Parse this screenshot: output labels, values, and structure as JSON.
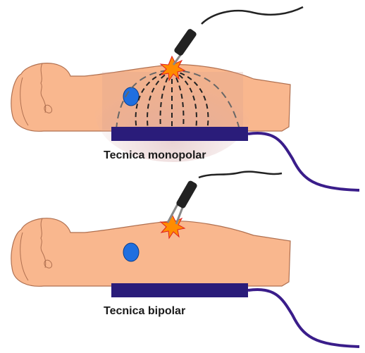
{
  "panels": [
    {
      "caption": "Tecnica monopolar",
      "technique": "monopolar"
    },
    {
      "caption": "Tecnica bipolar",
      "technique": "bipolar"
    }
  ],
  "colors": {
    "skin": "#f9b78e",
    "skin_outline": "#b07050",
    "plate": "#2a1c7a",
    "cable": "#3a1d8a",
    "marker": "#1f6fe0",
    "field_lines": "#222222",
    "spark": "#ff8c00",
    "instrument": "#222222"
  }
}
